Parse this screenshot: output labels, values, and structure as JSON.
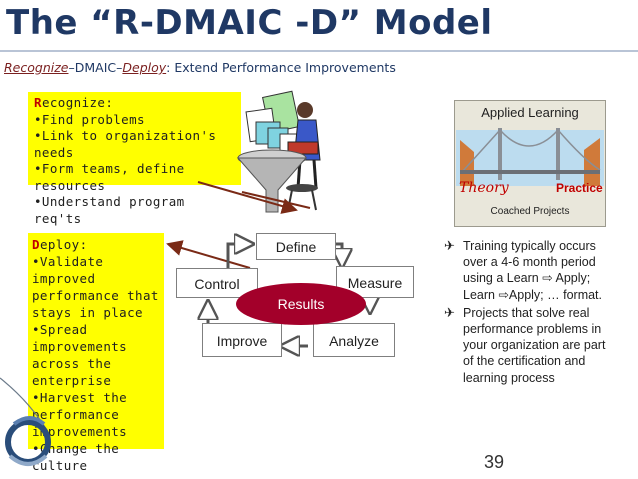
{
  "title": "The “R-DMAIC -D” Model",
  "subtitle": {
    "part1": "Recognize",
    "sep1": "–DMAIC–",
    "part2": "Deploy",
    "rest": ": Extend Performance Improvements"
  },
  "recognize": {
    "heading_first": "R",
    "heading_rest": "ecognize:",
    "items": [
      "•Find problems",
      "•Link to organization's needs",
      "•Form teams, define resources",
      "•Understand program req'ts"
    ]
  },
  "deploy": {
    "heading_first": "D",
    "heading_rest": "eploy:",
    "items": [
      "•Validate improved performance that stays in place",
      "•Spread improvements across the enterprise",
      "•Harvest the performance improvements",
      "•Change the culture"
    ]
  },
  "cycle": {
    "define": "Define",
    "measure": "Measure",
    "analyze": "Analyze",
    "improve": "Improve",
    "control": "Control",
    "results": "Results"
  },
  "applied": {
    "title": "Applied Learning",
    "theory": "Theory",
    "practice": "Practice",
    "coached": "Coached Projects"
  },
  "bullets": [
    "Training typically occurs over a 4-6 month period using a Learn ⇨ Apply; Learn ⇨Apply; … format.",
    "Projects that solve real performance problems in your organization are part of the certification and learning process"
  ],
  "page_number": "39",
  "colors": {
    "title": "#1f3864",
    "highlight": "#ffff00",
    "accent_red": "#c00000",
    "results_fill": "#a3002a"
  }
}
